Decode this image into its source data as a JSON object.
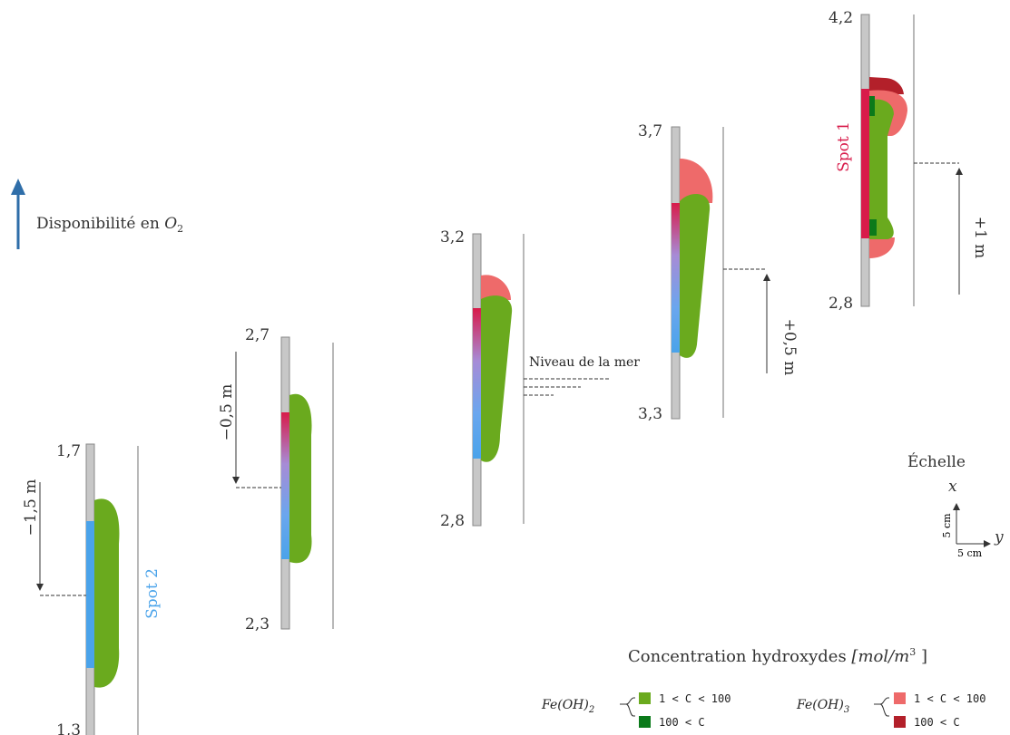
{
  "oxygen_label": {
    "text": "Disponibilité en ",
    "var": "O",
    "sub": "2"
  },
  "sea_level_label": "Niveau de la mer",
  "spots": [
    {
      "top": "1,7",
      "bottom": "1,3",
      "offset": "−1,5 m",
      "spot_label": "Spot 2"
    },
    {
      "top": "2,7",
      "bottom": "2,3",
      "offset": "−0,5 m",
      "spot_label": ""
    },
    {
      "top": "3,2",
      "bottom": "2,8",
      "offset": "",
      "spot_label": ""
    },
    {
      "top": "3,7",
      "bottom": "3,3",
      "offset": "+0,5 m",
      "spot_label": ""
    },
    {
      "top": "4,2",
      "bottom": "2,8",
      "offset": "+1 m",
      "spot_label": "Spot 1"
    }
  ],
  "scale": {
    "title": "Échelle",
    "x_axis": "x",
    "y_axis": "y",
    "v_len": "5 cm",
    "h_len": "5 cm"
  },
  "legend": {
    "title_text": "Concentration hydroxydes ",
    "title_unit": "[mol/m",
    "title_exp": "3",
    "title_close": " ]",
    "fe2": {
      "name": "Fe(OH)",
      "sub": "2",
      "low": "1 < C < 100",
      "high": "100 < C"
    },
    "fe3": {
      "name": "Fe(OH)",
      "sub": "3",
      "low": "1 < C < 100",
      "high": "100 < C"
    }
  },
  "colors": {
    "fe2_low": "#6aaa1e",
    "fe2_high": "#0b7a1a",
    "fe3_low": "#ee6a6a",
    "fe3_high": "#b3202a",
    "spot1": "#d81b4a",
    "spot2": "#4aa3ea",
    "arrow": "#2f6ea9"
  }
}
